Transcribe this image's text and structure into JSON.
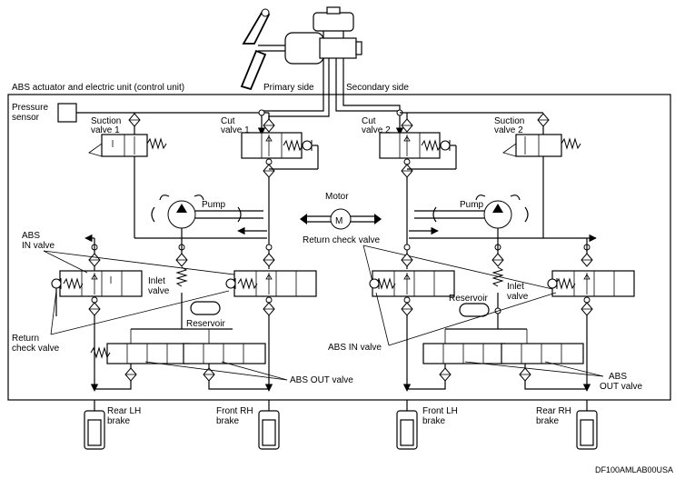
{
  "diagram": {
    "code": "DF100AMLAB00USA",
    "unit_title": "ABS actuator and electric unit (control unit)",
    "primary_side": "Primary side",
    "secondary_side": "Secondary side",
    "pressure_sensor": [
      "Pressure",
      "sensor"
    ],
    "suction_valve_1": [
      "Suction",
      "valve 1"
    ],
    "suction_valve_2": [
      "Suction",
      "valve 2"
    ],
    "cut_valve_1": [
      "Cut",
      "valve 1"
    ],
    "cut_valve_2": [
      "Cut",
      "valve 2"
    ],
    "pump_left": "Pump",
    "pump_right": "Pump",
    "motor": "Motor",
    "motor_symbol": "M",
    "abs_in_valve_left": [
      "ABS",
      "IN valve"
    ],
    "abs_in_valve_right": "ABS IN valve",
    "return_check_valve_left": [
      "Return",
      "check valve"
    ],
    "return_check_valve_right": "Return check valve",
    "inlet_valve_left": [
      "Inlet",
      "valve"
    ],
    "inlet_valve_right": [
      "Inlet",
      "valve"
    ],
    "reservoir_left": "Reservoir",
    "reservoir_right": "Reservoir",
    "abs_out_valve_left": "ABS OUT valve",
    "abs_out_valve_right": [
      "ABS",
      "OUT valve"
    ],
    "rear_lh_brake": [
      "Rear LH",
      "brake"
    ],
    "front_rh_brake": [
      "Front RH",
      "brake"
    ],
    "front_lh_brake": [
      "Front LH",
      "brake"
    ],
    "rear_rh_brake": [
      "Rear RH",
      "brake"
    ]
  }
}
